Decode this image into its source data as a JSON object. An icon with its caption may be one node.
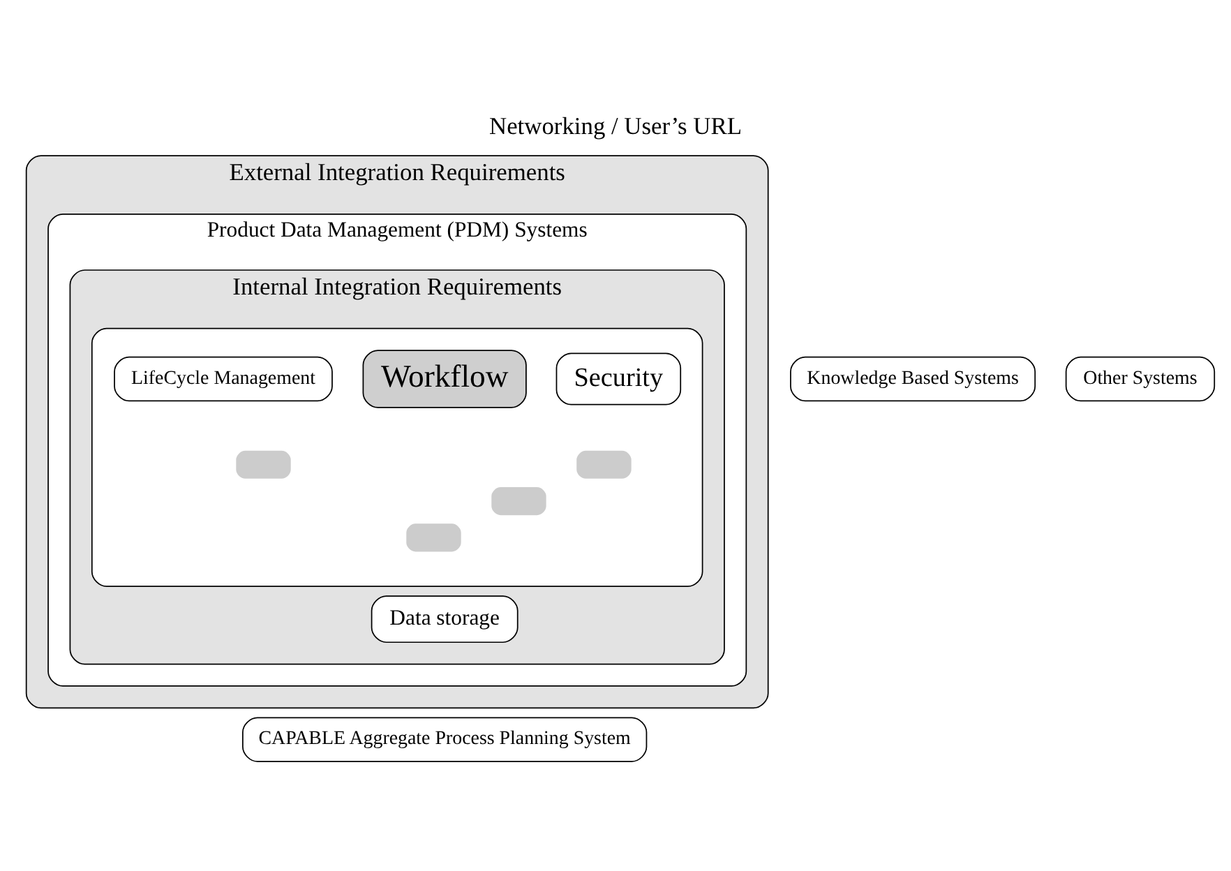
{
  "diagram": {
    "title": "Networking / User’s URL",
    "nodes": [
      {
        "text": [
          "External Integration Requirements"
        ]
      },
      {
        "text": [
          "Product Data Management (PDM) Systems"
        ],
        "in": 0
      },
      {
        "text": [
          "Internal Integration Requirements"
        ],
        "in": 1
      },
      {
        "text": [],
        "shape": "box",
        "in": 2
      },
      {
        "text": [
          "LifeCycle Management"
        ],
        "in": 3
      },
      {
        "text": [
          "Workflow"
        ],
        "in": 3
      },
      {
        "text": [
          "Security"
        ],
        "in": 3
      },
      {
        "text": [],
        "shape": "picture",
        "in": 3
      },
      {
        "text": [
          "Data storage"
        ],
        "in": 2
      },
      {
        "text": [
          "Knowledge Based Systems"
        ]
      },
      {
        "text": [
          "Other Systems"
        ]
      },
      {
        "text": [
          "CAPABLE Aggregate Process Planning System"
        ]
      }
    ],
    "edges": []
  }
}
